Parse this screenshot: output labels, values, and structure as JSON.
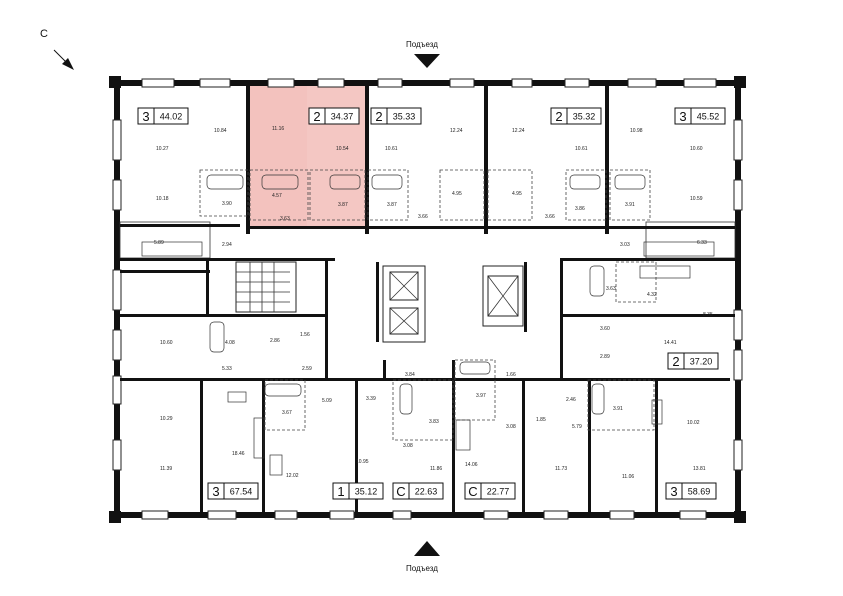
{
  "compass": {
    "label": "С"
  },
  "entrances": {
    "top": "Подъезд",
    "bottom": "Подъезд"
  },
  "colors": {
    "highlight": "#f4c7c3",
    "wall": "#111111"
  },
  "apartments": [
    {
      "id": "a1",
      "rooms": "3",
      "total": "44.02"
    },
    {
      "id": "a2",
      "rooms": "2",
      "total": "34.37",
      "highlighted": true
    },
    {
      "id": "a3",
      "rooms": "2",
      "total": "35.33"
    },
    {
      "id": "a4",
      "rooms": "2",
      "total": "35.32"
    },
    {
      "id": "a5",
      "rooms": "3",
      "total": "45.52"
    },
    {
      "id": "a6",
      "rooms": "2",
      "total": "37.20"
    },
    {
      "id": "a7",
      "rooms": "3",
      "total": "67.54"
    },
    {
      "id": "a8",
      "rooms": "1",
      "total": "35.12"
    },
    {
      "id": "a9",
      "rooms": "С",
      "total": "22.63"
    },
    {
      "id": "a10",
      "rooms": "С",
      "total": "22.77"
    },
    {
      "id": "a11",
      "rooms": "3",
      "total": "58.69"
    }
  ],
  "room_areas": [
    "10.84",
    "10.27",
    "10.18",
    "3.90",
    "5.89",
    "2.94",
    "11.16",
    "10.54",
    "4.57",
    "3.63",
    "3.87",
    "10.61",
    "12.24",
    "3.87",
    "3.66",
    "4.95",
    "12.24",
    "4.95",
    "3.66",
    "10.61",
    "3.86",
    "10.98",
    "10.60",
    "10.59",
    "3.91",
    "3.03",
    "6.33",
    "3.63",
    "4.32",
    "8.35",
    "3.60",
    "14.41",
    "2.89",
    "10.60",
    "4.08",
    "1.56",
    "2.86",
    "5.33",
    "2.59",
    "10.29",
    "18.46",
    "11.39",
    "3.67",
    "5.09",
    "3.39",
    "12.02",
    "10.95",
    "3.84",
    "3.83",
    "3.08",
    "11.86",
    "1.66",
    "3.97",
    "3.08",
    "14.06",
    "2.46",
    "3.91",
    "5.79",
    "1.85",
    "10.02",
    "11.73",
    "11.06",
    "13.81"
  ]
}
